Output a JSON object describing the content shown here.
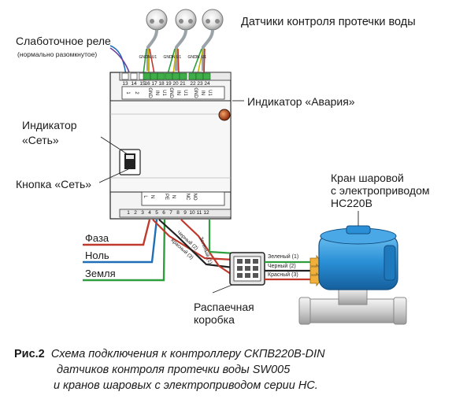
{
  "labels": {
    "sensors": "Датчики контроля протечки воды",
    "relay": "Слаботочное реле",
    "relay_note": "(нормально разомкнутое)",
    "alarm": "Индикатор «Авария»",
    "net_indicator_1": "Индикатор",
    "net_indicator_2": "«Сеть»",
    "net_button": "Кнопка «Сеть»",
    "valve_1": "Кран шаровой",
    "valve_2": "с электроприводом",
    "valve_3": "НС220В",
    "phase": "Фаза",
    "zero": "Ноль",
    "ground": "Земля",
    "box_1": "Распаечная",
    "box_2": "коробка"
  },
  "wire_labels": {
    "green": "Зеленый (1)",
    "black": "Черный (2)",
    "red": "Красный (3)",
    "green_diag": "Зеленый (1)",
    "black_diag": "Черный (2)",
    "red_diag": "Красный (3)"
  },
  "top_terminals": [
    "13",
    "14",
    "15",
    "16",
    "17",
    "18",
    "19",
    "20",
    "21",
    "22",
    "23",
    "24"
  ],
  "top_terminal_labels": [
    "1",
    "2",
    "",
    "GND",
    "IN",
    "U1",
    "GND",
    "IN",
    "U1",
    "GND",
    "IN",
    "U1"
  ],
  "sensor_wire_labels": [
    "GND",
    "IN",
    "U1",
    "GND",
    "IN",
    "U1",
    "GND",
    "IN",
    "U1"
  ],
  "bottom_terminals": [
    "1",
    "2",
    "3",
    "4",
    "5",
    "6",
    "7",
    "8",
    "9",
    "10",
    "11",
    "12"
  ],
  "bottom_terminal_labels": [
    "",
    "",
    "L",
    "N",
    "",
    "PE",
    "N",
    "",
    "NC",
    "NO",
    "",
    ""
  ],
  "caption": {
    "fig": "Рис.2",
    "line1": "Схема подключения к контроллеру СКПВ220В-DIN",
    "line2": "датчиков контроля протечки воды SW005",
    "line3": "и кранов шаровых с электроприводом серии НС."
  },
  "colors": {
    "phase": "#c0392b",
    "zero": "#1f6fb8",
    "ground": "#2e9e3e",
    "device_body": "#f4f4f4",
    "alarm_led": "#c1440e",
    "valve": "#2a8fd6",
    "terminal_green": "#3fae49"
  }
}
